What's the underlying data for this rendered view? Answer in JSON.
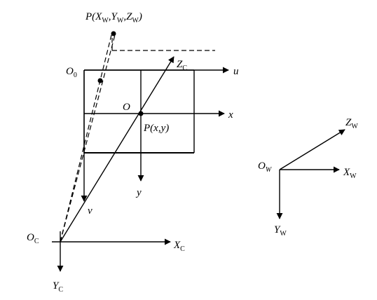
{
  "labels": {
    "p_world": {
      "a": "P(X",
      "s1": "W",
      "b": ",Y",
      "s2": "W",
      "c": ",Z",
      "s3": "W",
      "d": ")"
    },
    "o0": {
      "main": "O",
      "sub": "0"
    },
    "u": "u",
    "zc": {
      "main": "Z",
      "sub": "C"
    },
    "o": "O",
    "x": "x",
    "pxy": "P(x,y)",
    "y": "y",
    "v": "v",
    "oc": {
      "main": "O",
      "sub": "C"
    },
    "xc": {
      "main": "X",
      "sub": "C"
    },
    "yc": {
      "main": "Y",
      "sub": "C"
    },
    "ow": {
      "main": "O",
      "sub": "W"
    },
    "zw": {
      "main": "Z",
      "sub": "W"
    },
    "xw": {
      "main": "X",
      "sub": "W"
    },
    "yw": {
      "main": "Y",
      "sub": "W"
    }
  }
}
